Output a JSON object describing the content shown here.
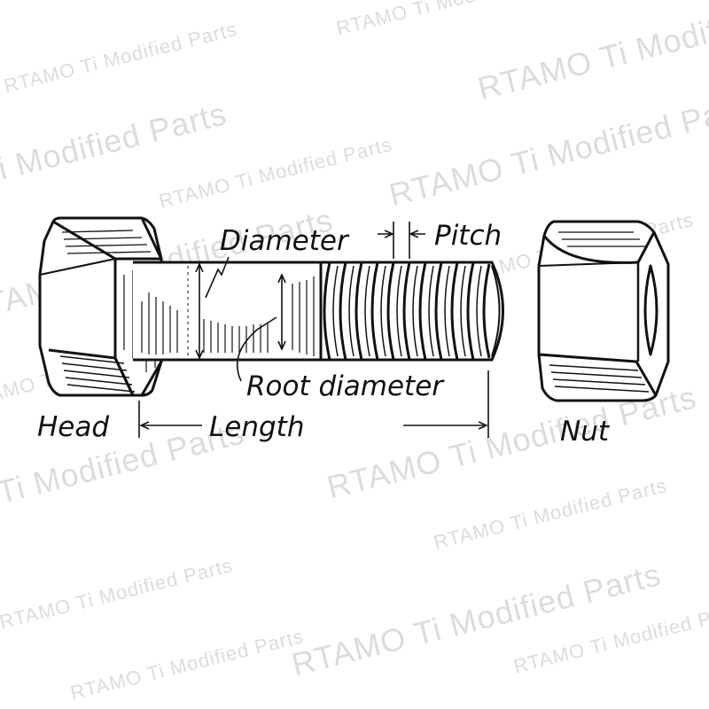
{
  "diagram": {
    "parts": {
      "head": "Head",
      "nut": "Nut"
    },
    "dimensions": {
      "diameter": "Diameter",
      "pitch": "Pitch",
      "root_diameter": "Root diameter",
      "length": "Length"
    }
  },
  "watermark": {
    "text": "RTAMO Ti Modified Parts"
  }
}
